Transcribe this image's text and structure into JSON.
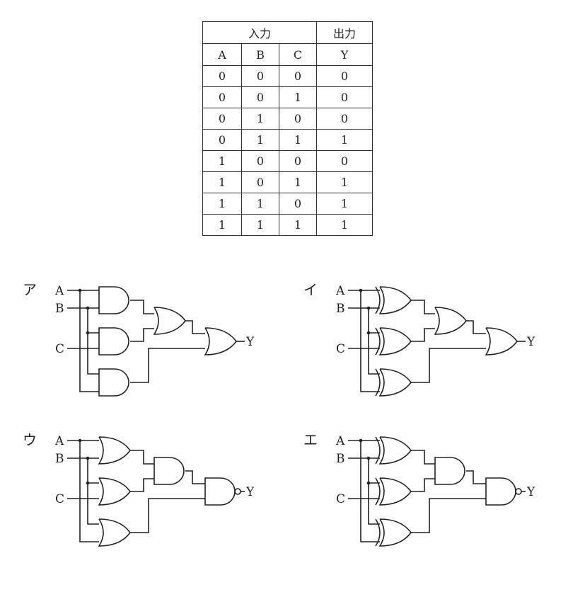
{
  "truth_table": {
    "group_headers": {
      "inputs": "入力",
      "outputs": "出力"
    },
    "columns": [
      "A",
      "B",
      "C",
      "Y"
    ],
    "rows": [
      [
        "0",
        "0",
        "0",
        "0"
      ],
      [
        "0",
        "0",
        "1",
        "0"
      ],
      [
        "0",
        "1",
        "0",
        "0"
      ],
      [
        "0",
        "1",
        "1",
        "1"
      ],
      [
        "1",
        "0",
        "0",
        "0"
      ],
      [
        "1",
        "0",
        "1",
        "1"
      ],
      [
        "1",
        "1",
        "0",
        "1"
      ],
      [
        "1",
        "1",
        "1",
        "1"
      ]
    ]
  },
  "circuits": [
    {
      "id": "a",
      "label": "ア",
      "gates": [
        "and",
        "or",
        "or"
      ],
      "inputs": [
        "A",
        "B",
        "C"
      ],
      "output": "Y"
    },
    {
      "id": "i",
      "label": "イ",
      "gates": [
        "xor",
        "or",
        "or"
      ],
      "inputs": [
        "A",
        "B",
        "C"
      ],
      "output": "Y"
    },
    {
      "id": "u",
      "label": "ウ",
      "gates": [
        "or",
        "and",
        "nand"
      ],
      "inputs": [
        "A",
        "B",
        "C"
      ],
      "output": "Y"
    },
    {
      "id": "e",
      "label": "エ",
      "gates": [
        "xor",
        "and",
        "nand"
      ],
      "inputs": [
        "A",
        "B",
        "C"
      ],
      "output": "Y"
    }
  ]
}
